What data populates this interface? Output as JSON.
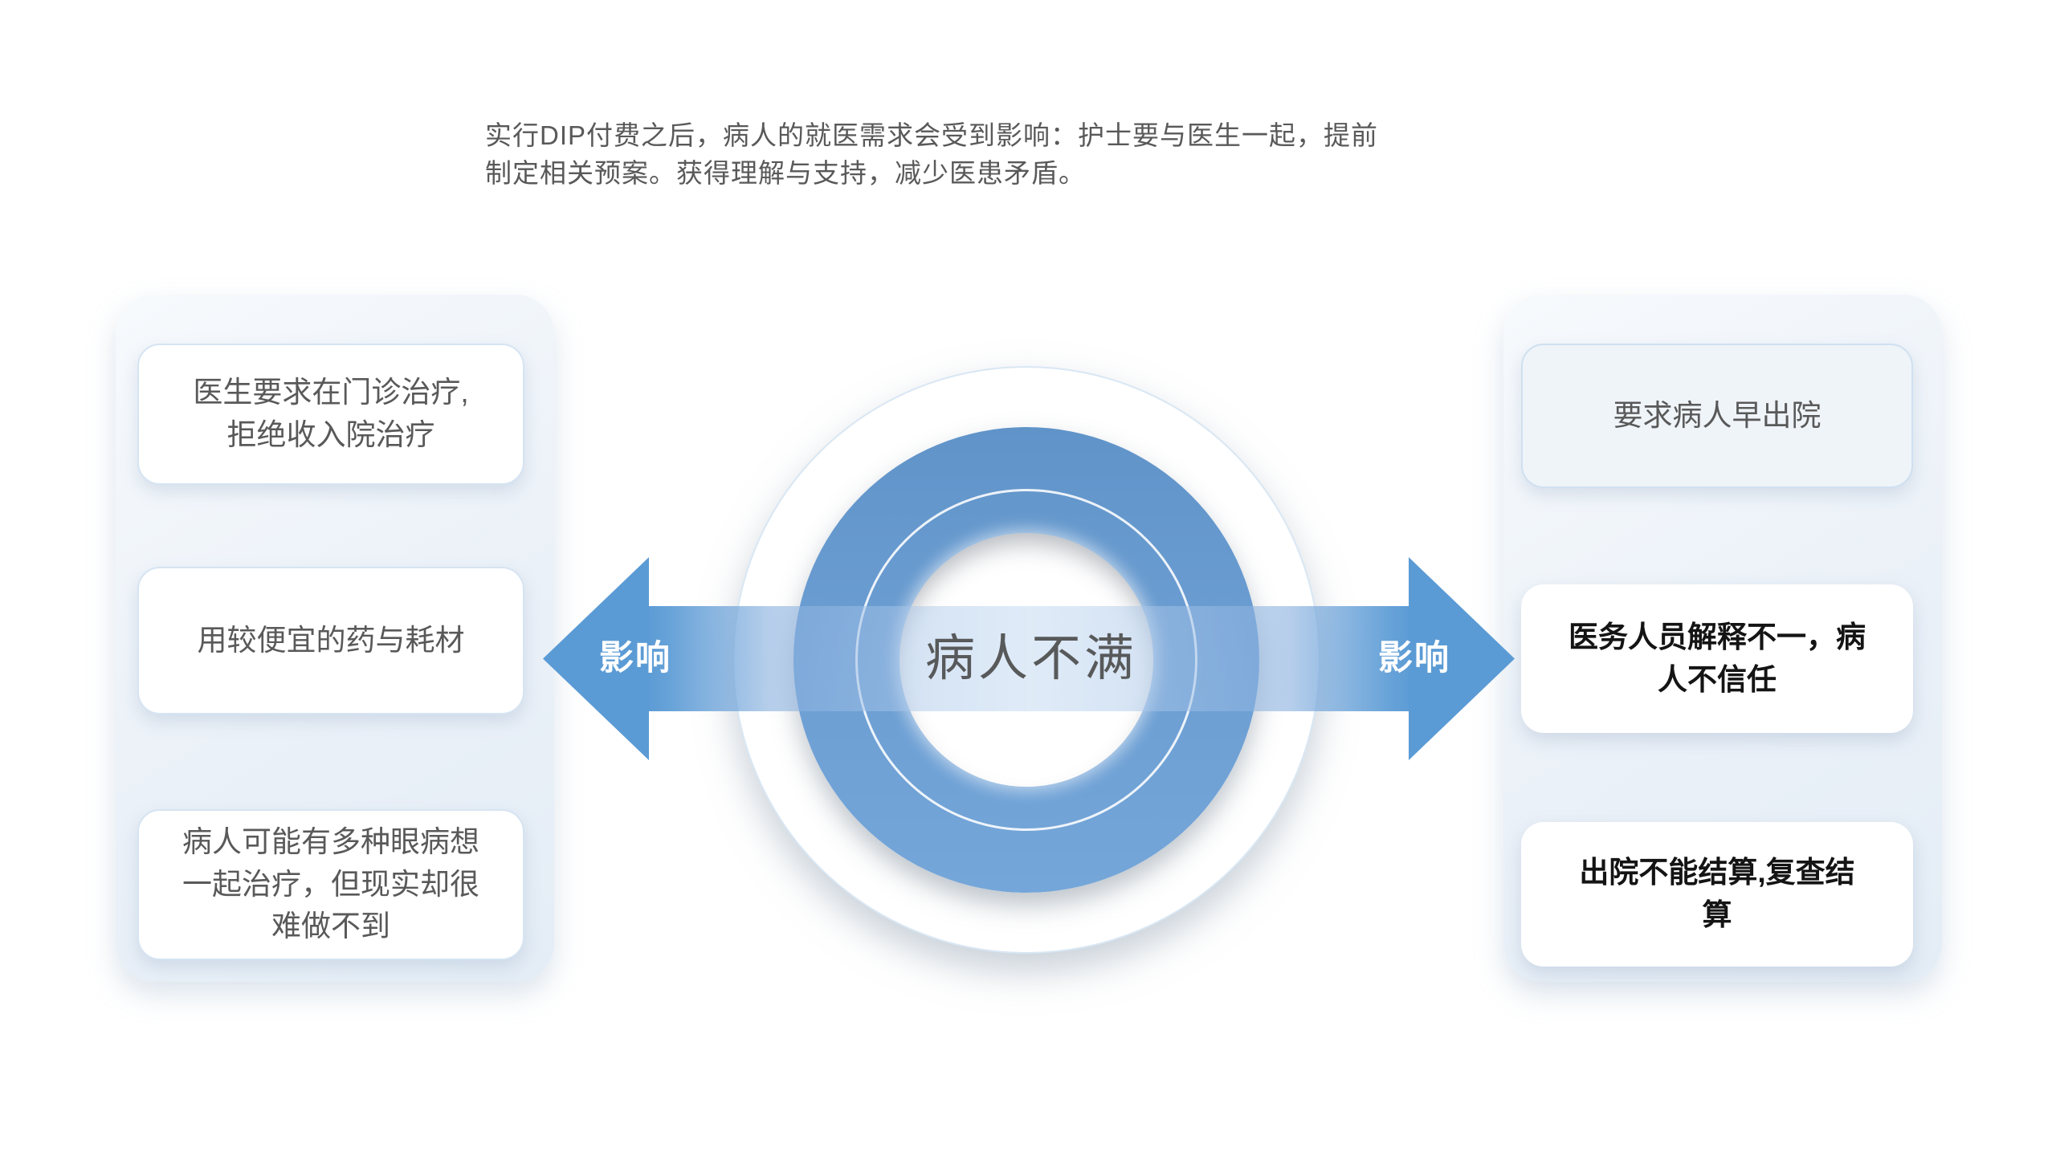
{
  "intro": {
    "text": "实行DIP付费之后，病人的就医需求会受到影响：护士要与医生一起，提前\n制定相关预案。获得理解与支持，减少医患矛盾。"
  },
  "hub": {
    "label": "病人不满"
  },
  "arrows": {
    "left": {
      "label": "影响"
    },
    "right": {
      "label": "影响"
    }
  },
  "left_causes": {
    "items": [
      {
        "text": "医生要求在门诊治疗,\n拒绝收入院治疗"
      },
      {
        "text": "用较便宜的药与耗材"
      },
      {
        "text": "病人可能有多种眼病想\n一起治疗，但现实却很\n难做不到"
      }
    ]
  },
  "right_effects": {
    "items": [
      {
        "text": "要求病人早出院"
      },
      {
        "text": "医务人员解释不一，病\n人不信任"
      },
      {
        "text": "出院不能结算,复查结\n算"
      }
    ]
  },
  "colors": {
    "accent_blue": "#5b9bd5",
    "ring_blue_top": "#6094c9",
    "ring_blue_bottom": "#74a6d9",
    "band_light_blue": "#bad3ee",
    "text_gray": "#595959",
    "text_black": "#141414",
    "card_border": "#d6e4f2",
    "tinted_card_bg": "#eff4f9",
    "container_bg": "#e9f0f8",
    "background": "#ffffff"
  }
}
